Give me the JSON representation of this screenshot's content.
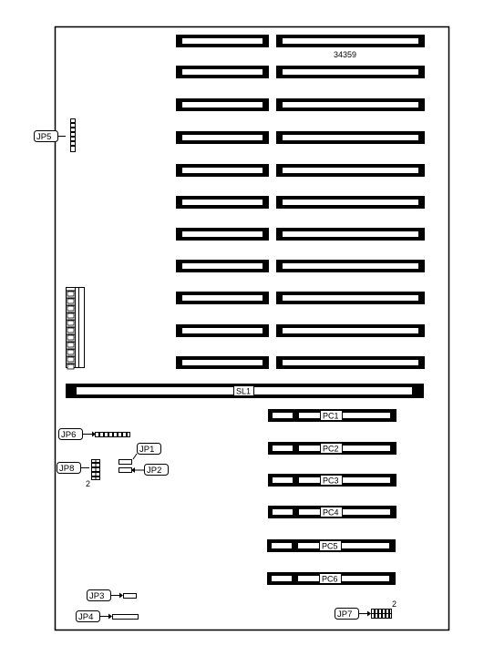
{
  "figure_id": "34359",
  "slot_label": "SL1",
  "pci_slots": [
    "PC1",
    "PC2",
    "PC3",
    "PC4",
    "PC5",
    "PC6"
  ],
  "jumpers": {
    "jp1": "JP1",
    "jp2": "JP2",
    "jp3": "JP3",
    "jp4": "JP4",
    "jp5": "JP5",
    "jp6": "JP6",
    "jp7": "JP7",
    "jp8": "JP8"
  },
  "pin_marks": {
    "jp8_pin": "2",
    "jp7_pin": "2"
  },
  "colors": {
    "ink": "#000000",
    "paper": "#ffffff"
  }
}
